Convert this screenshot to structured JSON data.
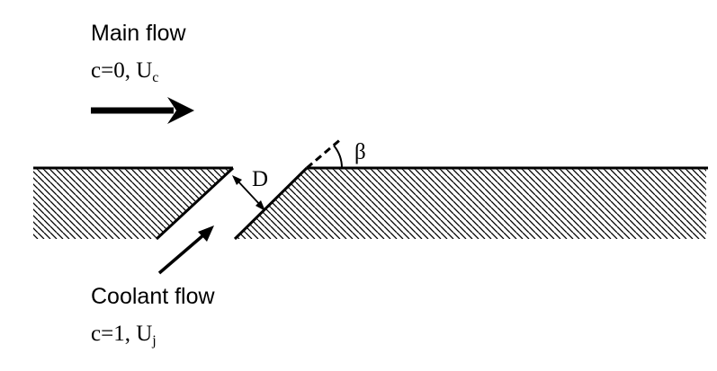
{
  "main_flow": {
    "title": "Main flow",
    "c_label": "c=0,",
    "velocity_symbol": "U",
    "velocity_subscript": "c"
  },
  "coolant_flow": {
    "title": "Coolant flow",
    "c_label": "c=1,",
    "velocity_symbol": "U",
    "velocity_subscript": "j"
  },
  "hole_diameter_label": "D",
  "injection_angle_label": "β",
  "colors": {
    "line": "#000000",
    "background": "#ffffff"
  }
}
